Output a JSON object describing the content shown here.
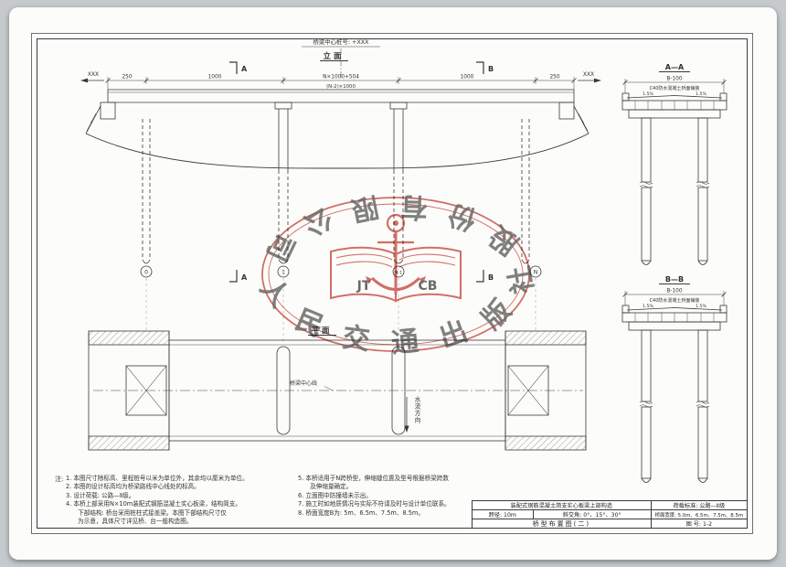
{
  "page": {
    "background": "#c6cacc",
    "line_color": "#3a3a3a",
    "stamp_red": "#c5382e"
  },
  "header": {
    "center_stake_note": "桥梁中心桩号: +XXX"
  },
  "elevation": {
    "title": "立面",
    "dim_250_l": "250",
    "dim_1000_l": "1000",
    "dim_total": "N×1000+504",
    "dim_mid": "(N-2)×1000",
    "dim_1000_r": "1000",
    "dim_250_r": "250",
    "road_left": "XXX",
    "road_right": "XXX",
    "section_a": "A",
    "section_b": "B",
    "support_0": "0",
    "support_1": "1",
    "support_n1": "N-1",
    "support_n": "N"
  },
  "plan": {
    "title": "平面",
    "centerline": "桥梁中心线",
    "flow": "水流方向"
  },
  "section_aa": {
    "title": "A—A",
    "dim_b": "B-100",
    "pavement": "C40防水混凝土桥面铺装",
    "slope_l": "1.5%",
    "slope_r": "1.5%"
  },
  "section_bb": {
    "title": "B—B",
    "dim_b": "B-100",
    "pavement": "C40防水混凝土桥面铺装",
    "slope_l": "1.5%",
    "slope_r": "1.5%"
  },
  "notes": {
    "label": "注:",
    "left": [
      "1. 本图尺寸除标高、里程桩号以米为单位外，其余均以厘米为单位。",
      "2. 本图的设计标高均为桥梁路线中心线处的标高。",
      "3. 设计荷载: 公路—Ⅱ级。",
      "4. 本桥上部采用N×10m装配式钢筋混凝土实心板梁，结构简支。",
      "　　下部结构: 桥台采用桩柱式接盖梁。本图下部结构尺寸仅",
      "　　为示意，具体尺寸详见桥、台一般构造图。"
    ],
    "right": [
      "5. 本桥适用于N跨桥型，伸缩缝位置及型号根据桥梁跨数",
      "　　及伸缩量确定。",
      "6. 立面图中防撞墙未示出。",
      "7. 施工时如地质情况与实际不符请及时与设计单位联系。",
      "8. 桥面宽度B为: 5m、6.5m、7.5m、8.5m。"
    ]
  },
  "titleblock": {
    "project": "装配式钢筋混凝土简支实心板梁上部构造",
    "span": "跨径: 10m",
    "skew": "斜交角: 0°、15°、30°",
    "load": "荷载标准: 公路—Ⅱ级",
    "width": "桥面宽度: 5.0m、6.5m、7.5m、8.5m",
    "sheet_name": "桥型布置图(二)",
    "sheet_no": "图  号: 1-2"
  },
  "watermark": {
    "ring_text": "人民交通出版社股份有限公司",
    "logo_left": "JT",
    "logo_right": "CB"
  }
}
